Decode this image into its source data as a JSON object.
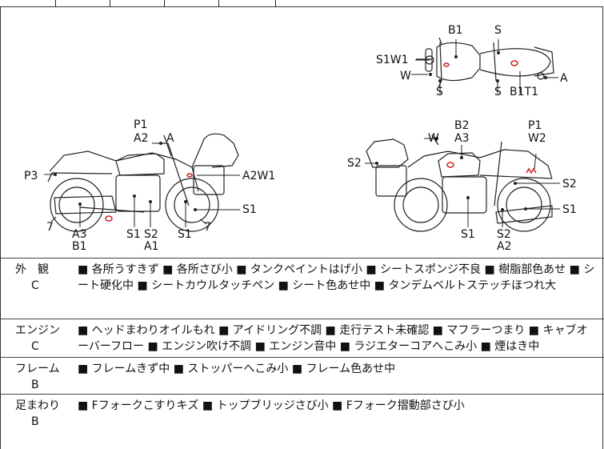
{
  "diagram": {
    "top_view": {
      "labels": [
        "B1",
        "S",
        "S1W1",
        "W",
        "S",
        "S",
        "B1T1",
        "A"
      ]
    },
    "left_side": {
      "labels": [
        "P1",
        "A2",
        "A",
        "P3",
        "A2W1",
        "S1",
        "7",
        "7",
        "A3",
        "B1",
        "S1",
        "S2",
        "A1",
        "S1"
      ]
    },
    "right_side": {
      "labels": [
        "B2",
        "A3",
        "W",
        "P1",
        "W2",
        "S2",
        "S2",
        "S1",
        "S1",
        "S2",
        "A2"
      ]
    }
  },
  "conditions": [
    {
      "category": "外　観",
      "grade": "C",
      "items_text": "■ 各所うすきず ■ 各所さび小 ■ タンクペイントはげ小 ■ シートスポンジ不良 ■ 樹脂部色あせ ■ シート硬化中 ■ シートカウルタッチペン ■ シート色あせ中 ■ タンデムベルトステッチほつれ大"
    },
    {
      "category": "エンジン",
      "grade": "C",
      "items_text": "■ ヘッドまわりオイルもれ ■ アイドリング不調 ■ 走行テスト未確認 ■ マフラーつまり ■ キャブオーバーフロー ■ エンジン吹け不調 ■ エンジン音中 ■ ラジエターコアへこみ小 ■ 煙はき中"
    },
    {
      "category": "フレーム",
      "grade": "B",
      "items_text": "■ フレームきず中 ■ ストッパーへこみ小 ■ フレーム色あせ中"
    },
    {
      "category": "足まわり",
      "grade": "B",
      "items_text": "■ Fフォークこすりキズ ■ トップブリッジさび小 ■ Fフォーク摺動部さび小"
    }
  ],
  "colors": {
    "line": "#222222",
    "mark": "#cc2222"
  }
}
